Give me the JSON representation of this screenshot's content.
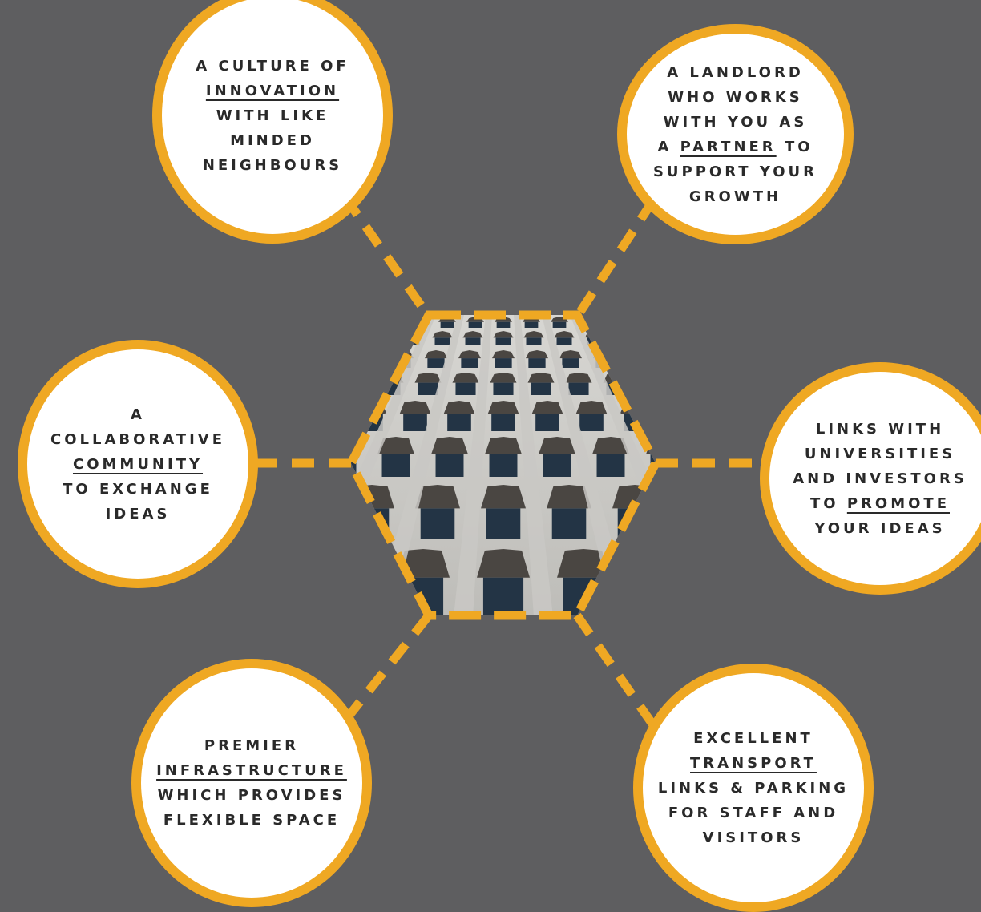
{
  "colors": {
    "background": "#5e5e60",
    "accent": "#efa823",
    "bubble_fill": "#ffffff",
    "text": "#2a2a2a",
    "facade_concrete": "#c9c8c4",
    "facade_window": "#233445"
  },
  "center_image": {
    "subject": "building-facade"
  },
  "nodes": [
    {
      "id": "top-left",
      "lines": [
        {
          "parts": [
            {
              "text": "A CULTURE OF"
            }
          ]
        },
        {
          "parts": [
            {
              "text": "INNOVATION",
              "underline": true
            }
          ]
        },
        {
          "parts": [
            {
              "text": "WITH LIKE"
            }
          ]
        },
        {
          "parts": [
            {
              "text": "MINDED"
            }
          ]
        },
        {
          "parts": [
            {
              "text": "NEIGHBOURS"
            }
          ]
        }
      ]
    },
    {
      "id": "top-right",
      "lines": [
        {
          "parts": [
            {
              "text": "A LANDLORD"
            }
          ]
        },
        {
          "parts": [
            {
              "text": "WHO WORKS"
            }
          ]
        },
        {
          "parts": [
            {
              "text": "WITH YOU AS"
            }
          ]
        },
        {
          "parts": [
            {
              "text": "A "
            },
            {
              "text": "PARTNER",
              "underline": true
            },
            {
              "text": " TO"
            }
          ]
        },
        {
          "parts": [
            {
              "text": "SUPPORT YOUR"
            }
          ]
        },
        {
          "parts": [
            {
              "text": "GROWTH"
            }
          ]
        }
      ]
    },
    {
      "id": "left",
      "lines": [
        {
          "parts": [
            {
              "text": "A"
            }
          ]
        },
        {
          "parts": [
            {
              "text": "COLLABORATIVE"
            }
          ]
        },
        {
          "parts": [
            {
              "text": "COMMUNITY",
              "underline": true
            }
          ]
        },
        {
          "parts": [
            {
              "text": "TO EXCHANGE"
            }
          ]
        },
        {
          "parts": [
            {
              "text": "IDEAS"
            }
          ]
        }
      ]
    },
    {
      "id": "right",
      "lines": [
        {
          "parts": [
            {
              "text": "LINKS WITH"
            }
          ]
        },
        {
          "parts": [
            {
              "text": "UNIVERSITIES"
            }
          ]
        },
        {
          "parts": [
            {
              "text": "AND INVESTORS"
            }
          ]
        },
        {
          "parts": [
            {
              "text": "TO "
            },
            {
              "text": "PROMOTE",
              "underline": true
            }
          ]
        },
        {
          "parts": [
            {
              "text": "YOUR IDEAS"
            }
          ]
        }
      ]
    },
    {
      "id": "bottom-left",
      "lines": [
        {
          "parts": [
            {
              "text": "PREMIER"
            }
          ]
        },
        {
          "parts": [
            {
              "text": "INFRASTRUCTURE",
              "underline": true
            }
          ]
        },
        {
          "parts": [
            {
              "text": "WHICH PROVIDES"
            }
          ]
        },
        {
          "parts": [
            {
              "text": "FLEXIBLE SPACE"
            }
          ]
        }
      ]
    },
    {
      "id": "bottom-right",
      "lines": [
        {
          "parts": [
            {
              "text": "EXCELLENT"
            }
          ]
        },
        {
          "parts": [
            {
              "text": "TRANSPORT",
              "underline": true
            }
          ]
        },
        {
          "parts": [
            {
              "text": "LINKS & PARKING"
            }
          ]
        },
        {
          "parts": [
            {
              "text": "FOR STAFF AND"
            }
          ]
        },
        {
          "parts": [
            {
              "text": "VISITORS"
            }
          ]
        }
      ]
    }
  ]
}
